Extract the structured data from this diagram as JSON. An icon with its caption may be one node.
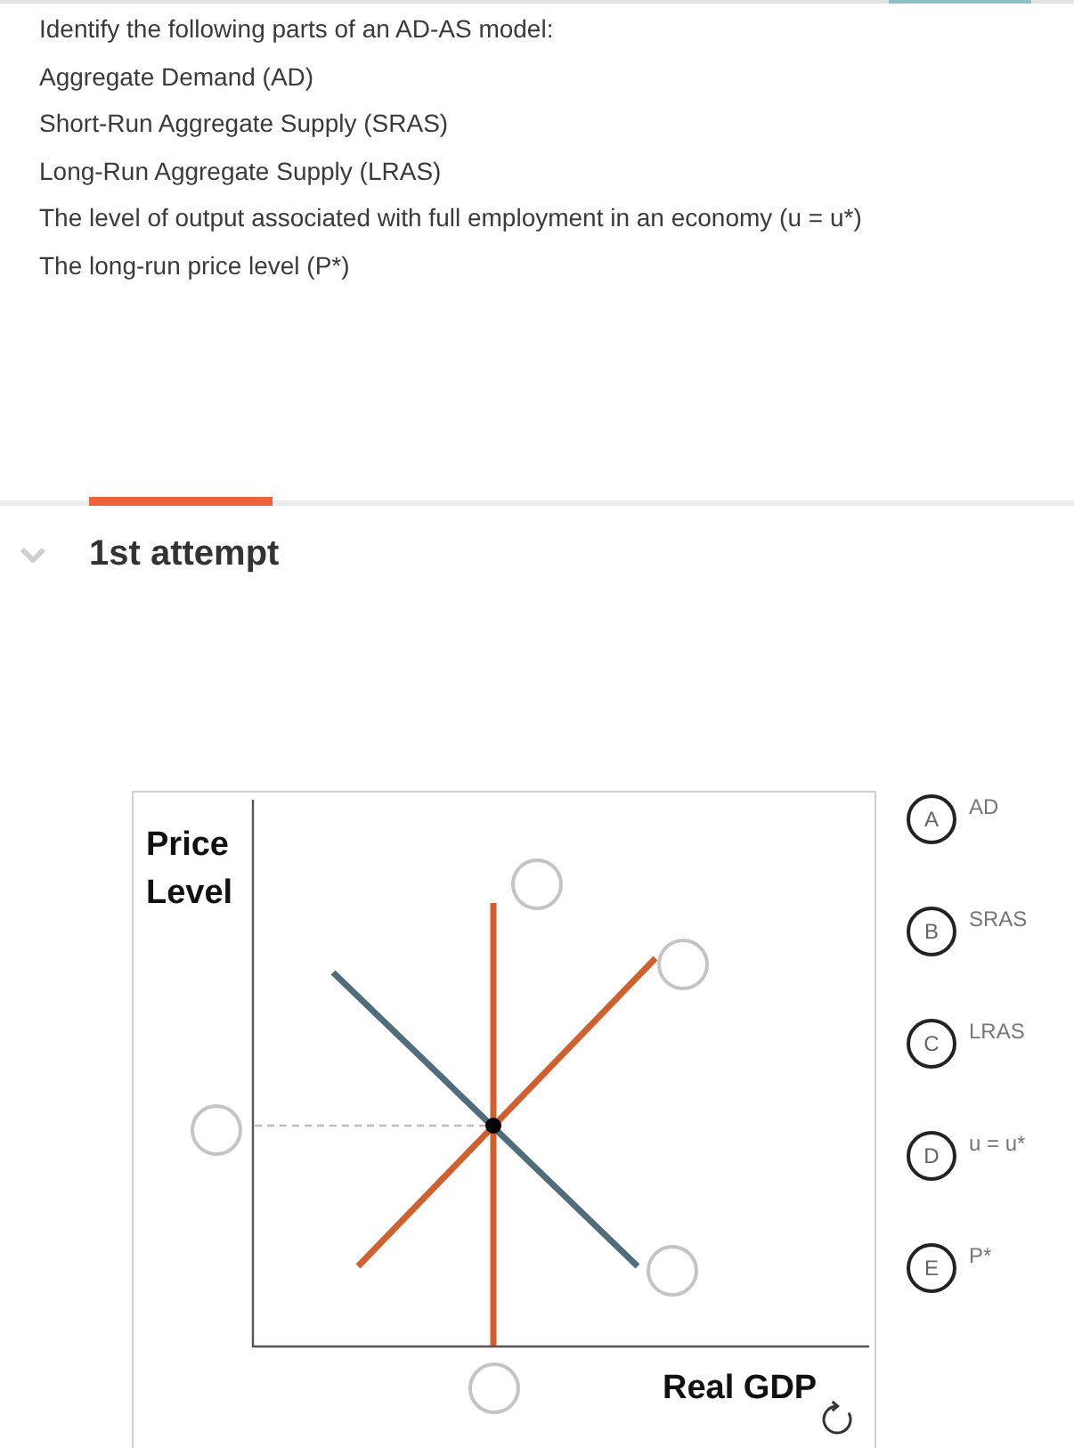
{
  "diagram": {
    "title": "Identify the following parts of an AD-AS model:",
    "nodes": [
      {
        "text": [],
        "shape": "circle"
      },
      {
        "text": [],
        "shape": "circle"
      },
      {
        "text": [],
        "shape": "circle"
      },
      {
        "text": [],
        "shape": "circle"
      },
      {
        "text": [],
        "shape": "circle"
      },
      {
        "text": [
          "A"
        ],
        "beside": [
          "AD"
        ]
      },
      {
        "text": [
          "B"
        ],
        "beside": [
          "SRAS"
        ]
      },
      {
        "text": [
          "C"
        ],
        "beside": [
          "LRAS"
        ]
      },
      {
        "text": [
          "D"
        ],
        "beside": [
          "u = u*"
        ]
      },
      {
        "text": [
          "E"
        ],
        "beside": [
          "P*"
        ]
      }
    ],
    "labels": [
      "Aggregate Demand (AD)",
      "Short-Run Aggregate Supply (SRAS)",
      "Long-Run Aggregate Supply (LRAS)",
      "The level of output associated with full employment in an economy (u = u*)",
      "The long-run price level (P*)",
      "1st attempt",
      "Price Level",
      "Real GDP"
    ]
  }
}
